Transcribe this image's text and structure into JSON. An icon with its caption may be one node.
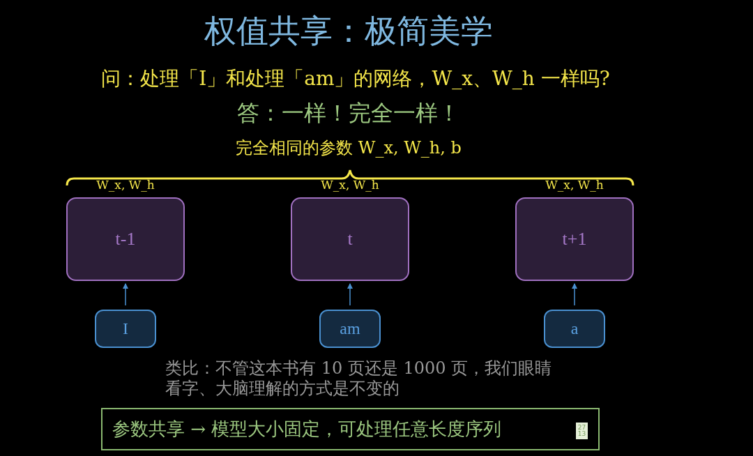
{
  "diagram": {
    "title": "权值共享：极简美学",
    "nodes": [
      {
        "text": [
          "t-1"
        ]
      },
      {
        "text": [
          "t"
        ]
      },
      {
        "text": [
          "t+1"
        ]
      },
      {
        "text": [
          "I"
        ]
      },
      {
        "text": [
          "am"
        ]
      },
      {
        "text": [
          "a"
        ]
      },
      {
        "text": [
          "参数共享 → 模型大小固定，可处理任意长度序列"
        ]
      }
    ],
    "edges": [
      {
        "from": 3,
        "to": 0,
        "arrow": "to"
      },
      {
        "from": 4,
        "to": 1,
        "arrow": "to"
      },
      {
        "from": 5,
        "to": 2,
        "arrow": "to"
      }
    ],
    "labels": [
      "问：处理「I」和处理「am」的网络，W_x、W_h 一样吗?",
      "答：一样！完全一样！",
      "完全相同的参数  W_x, W_h, b",
      "W_x, W_h",
      "W_x, W_h",
      "W_x, W_h",
      "类比：不管这本书有 10 页还是 1000 页，我们眼睛看字、大脑理解的方式是不变的",
      "27",
      "13"
    ]
  }
}
